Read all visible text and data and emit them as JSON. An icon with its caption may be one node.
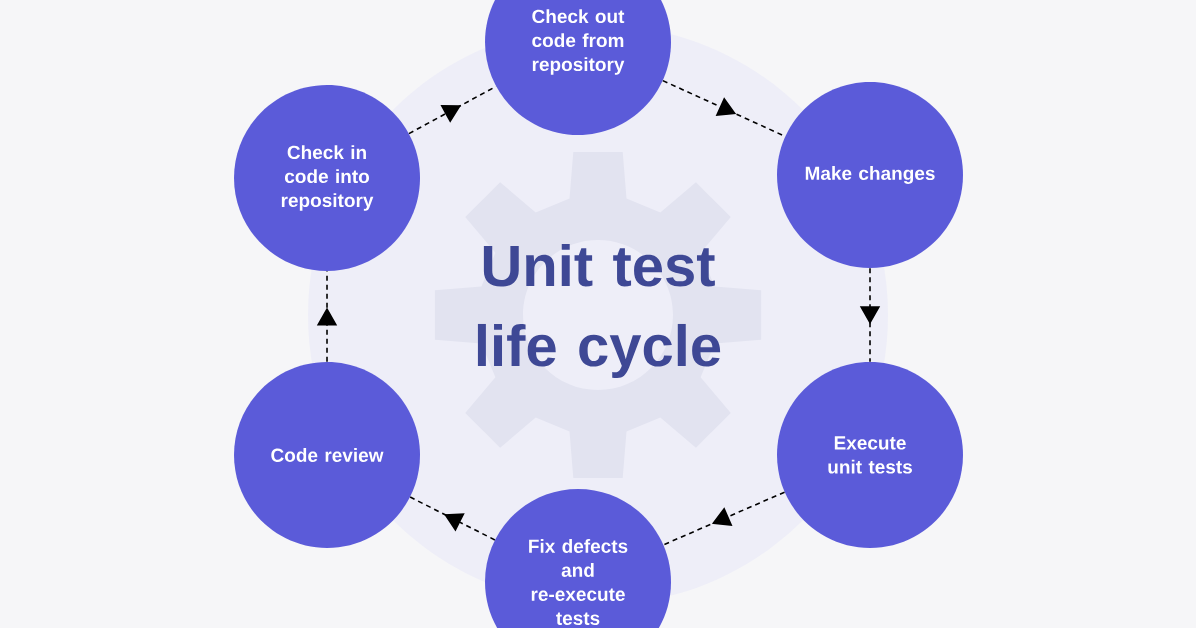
{
  "diagram": {
    "title": "Unit test life cycle",
    "nodes": [
      {
        "text": [
          "Check out code from repository"
        ]
      },
      {
        "text": [
          "Check in code into repository"
        ]
      },
      {
        "text": [
          "Make changes"
        ]
      },
      {
        "text": [
          "Code review"
        ]
      },
      {
        "text": [
          "Execute unit tests"
        ]
      },
      {
        "text": [
          "Fix defects and re-execute tests"
        ]
      }
    ],
    "edges": [
      {
        "from": 0,
        "to": 2,
        "arrow": "to"
      },
      {
        "from": 2,
        "to": 4,
        "arrow": "to"
      },
      {
        "from": 4,
        "to": 5,
        "arrow": "to"
      },
      {
        "from": 5,
        "to": 3,
        "arrow": "to"
      },
      {
        "from": 3,
        "to": 1,
        "arrow": "to"
      },
      {
        "from": 1,
        "to": 0,
        "arrow": "to"
      }
    ]
  }
}
